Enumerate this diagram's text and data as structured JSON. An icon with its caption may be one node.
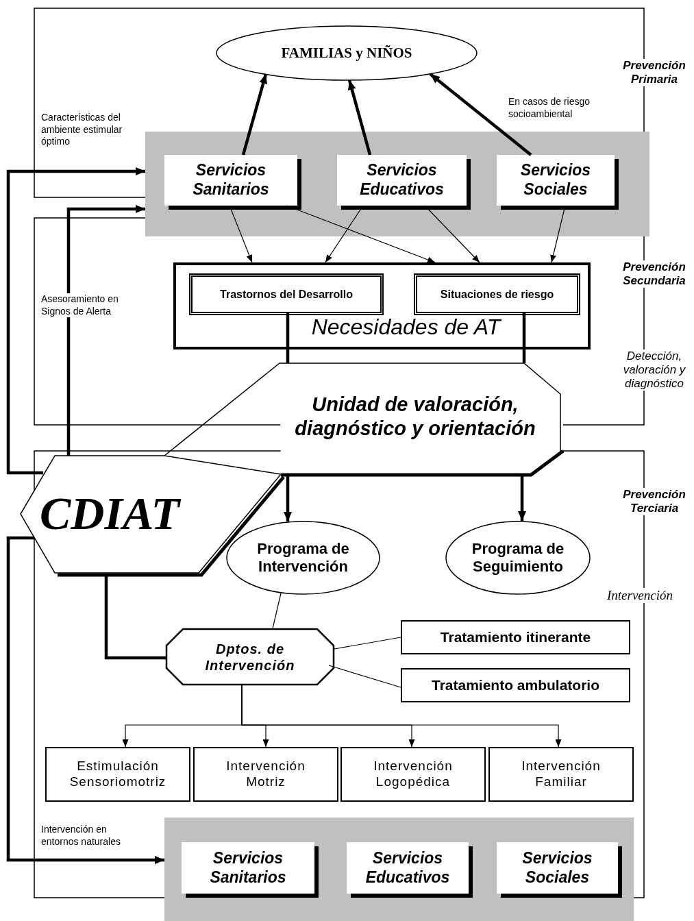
{
  "diagram": {
    "nodes": [
      {
        "text": [
          "FAMILIAS y NIÑOS"
        ]
      },
      {
        "text": [],
        "shape": "box"
      },
      {
        "text": [
          "Servicios Sanitarios"
        ],
        "in": 1
      },
      {
        "text": [
          "Servicios Educativos"
        ],
        "in": 1
      },
      {
        "text": [
          "Servicios Sociales"
        ],
        "in": 1
      },
      {
        "text": [
          "Necesidades de AT"
        ]
      },
      {
        "text": [
          "Trastornos del Desarrollo"
        ],
        "in": 5
      },
      {
        "text": [
          "Situaciones de riesgo"
        ],
        "in": 5
      },
      {
        "text": [
          "Unidad de valoración, diagnóstico y orientación"
        ]
      },
      {
        "text": [
          "CDIAT"
        ]
      },
      {
        "text": [
          "Programa de Intervención"
        ]
      },
      {
        "text": [
          "Programa de Seguimiento"
        ]
      },
      {
        "text": [
          "Dptos. de Intervención"
        ]
      },
      {
        "text": [
          "Tratamiento itinerante"
        ]
      },
      {
        "text": [
          "Tratamiento ambulatorio"
        ]
      },
      {
        "text": [
          "Estimulación Sensoriomotriz"
        ]
      },
      {
        "text": [
          "Intervención Motriz"
        ]
      },
      {
        "text": [
          "Intervención Logopédica"
        ]
      },
      {
        "text": [
          "Intervención Familiar"
        ]
      },
      {
        "text": [],
        "shape": "box"
      },
      {
        "text": [
          "Servicios Sanitarios"
        ],
        "in": 19
      },
      {
        "text": [
          "Servicios Educativos"
        ],
        "in": 19
      },
      {
        "text": [
          "Servicios Sociales"
        ],
        "in": 19
      }
    ],
    "edges": [
      {
        "from": 2,
        "to": 0,
        "arrow": "to",
        "style": "thick"
      },
      {
        "from": 3,
        "to": 0,
        "arrow": "to",
        "style": "thick"
      },
      {
        "from": 4,
        "to": 0,
        "arrow": "to",
        "style": "thick",
        "label": "En casos de riesgo socioambiental"
      },
      {
        "from": 2,
        "to": 5,
        "arrow": "to"
      },
      {
        "from": 2,
        "to": 5,
        "arrow": "to"
      },
      {
        "from": 3,
        "to": 5,
        "arrow": "to"
      },
      {
        "from": 3,
        "to": 5,
        "arrow": "to"
      },
      {
        "from": 4,
        "to": 5,
        "arrow": "to"
      },
      {
        "from": 6,
        "to": 8,
        "arrow": "none",
        "style": "thick"
      },
      {
        "from": 7,
        "to": 8,
        "arrow": "none",
        "style": "thick"
      },
      {
        "from": 8,
        "to": 10,
        "arrow": "to",
        "style": "thick"
      },
      {
        "from": 8,
        "to": 11,
        "arrow": "to",
        "style": "thick"
      },
      {
        "from": 10,
        "to": 12,
        "arrow": "none"
      },
      {
        "from": 9,
        "to": 12,
        "arrow": "none",
        "style": "thick"
      },
      {
        "from": 12,
        "to": 13,
        "arrow": "none"
      },
      {
        "from": 12,
        "to": 14,
        "arrow": "none"
      },
      {
        "from": 12,
        "to": 15,
        "arrow": "to"
      },
      {
        "from": 12,
        "to": 16,
        "arrow": "to"
      },
      {
        "from": 12,
        "to": 17,
        "arrow": "to"
      },
      {
        "from": 12,
        "to": 18,
        "arrow": "to"
      },
      {
        "from": 9,
        "to": 1,
        "arrow": "to",
        "style": "thick",
        "label": "Características del ambiente estimular óptimo"
      },
      {
        "from": 9,
        "to": 1,
        "arrow": "to",
        "style": "thick",
        "label": "Asesoramiento en Signos de Alerta"
      },
      {
        "from": 9,
        "to": 19,
        "arrow": "to",
        "style": "thick",
        "label": "Intervención en entornos naturales"
      }
    ],
    "labels": [
      "Prevención Primaria",
      "Prevención Secundaria",
      "Detección, valoración y diagnóstico",
      "Prevención Terciaria",
      "Intervención"
    ]
  }
}
